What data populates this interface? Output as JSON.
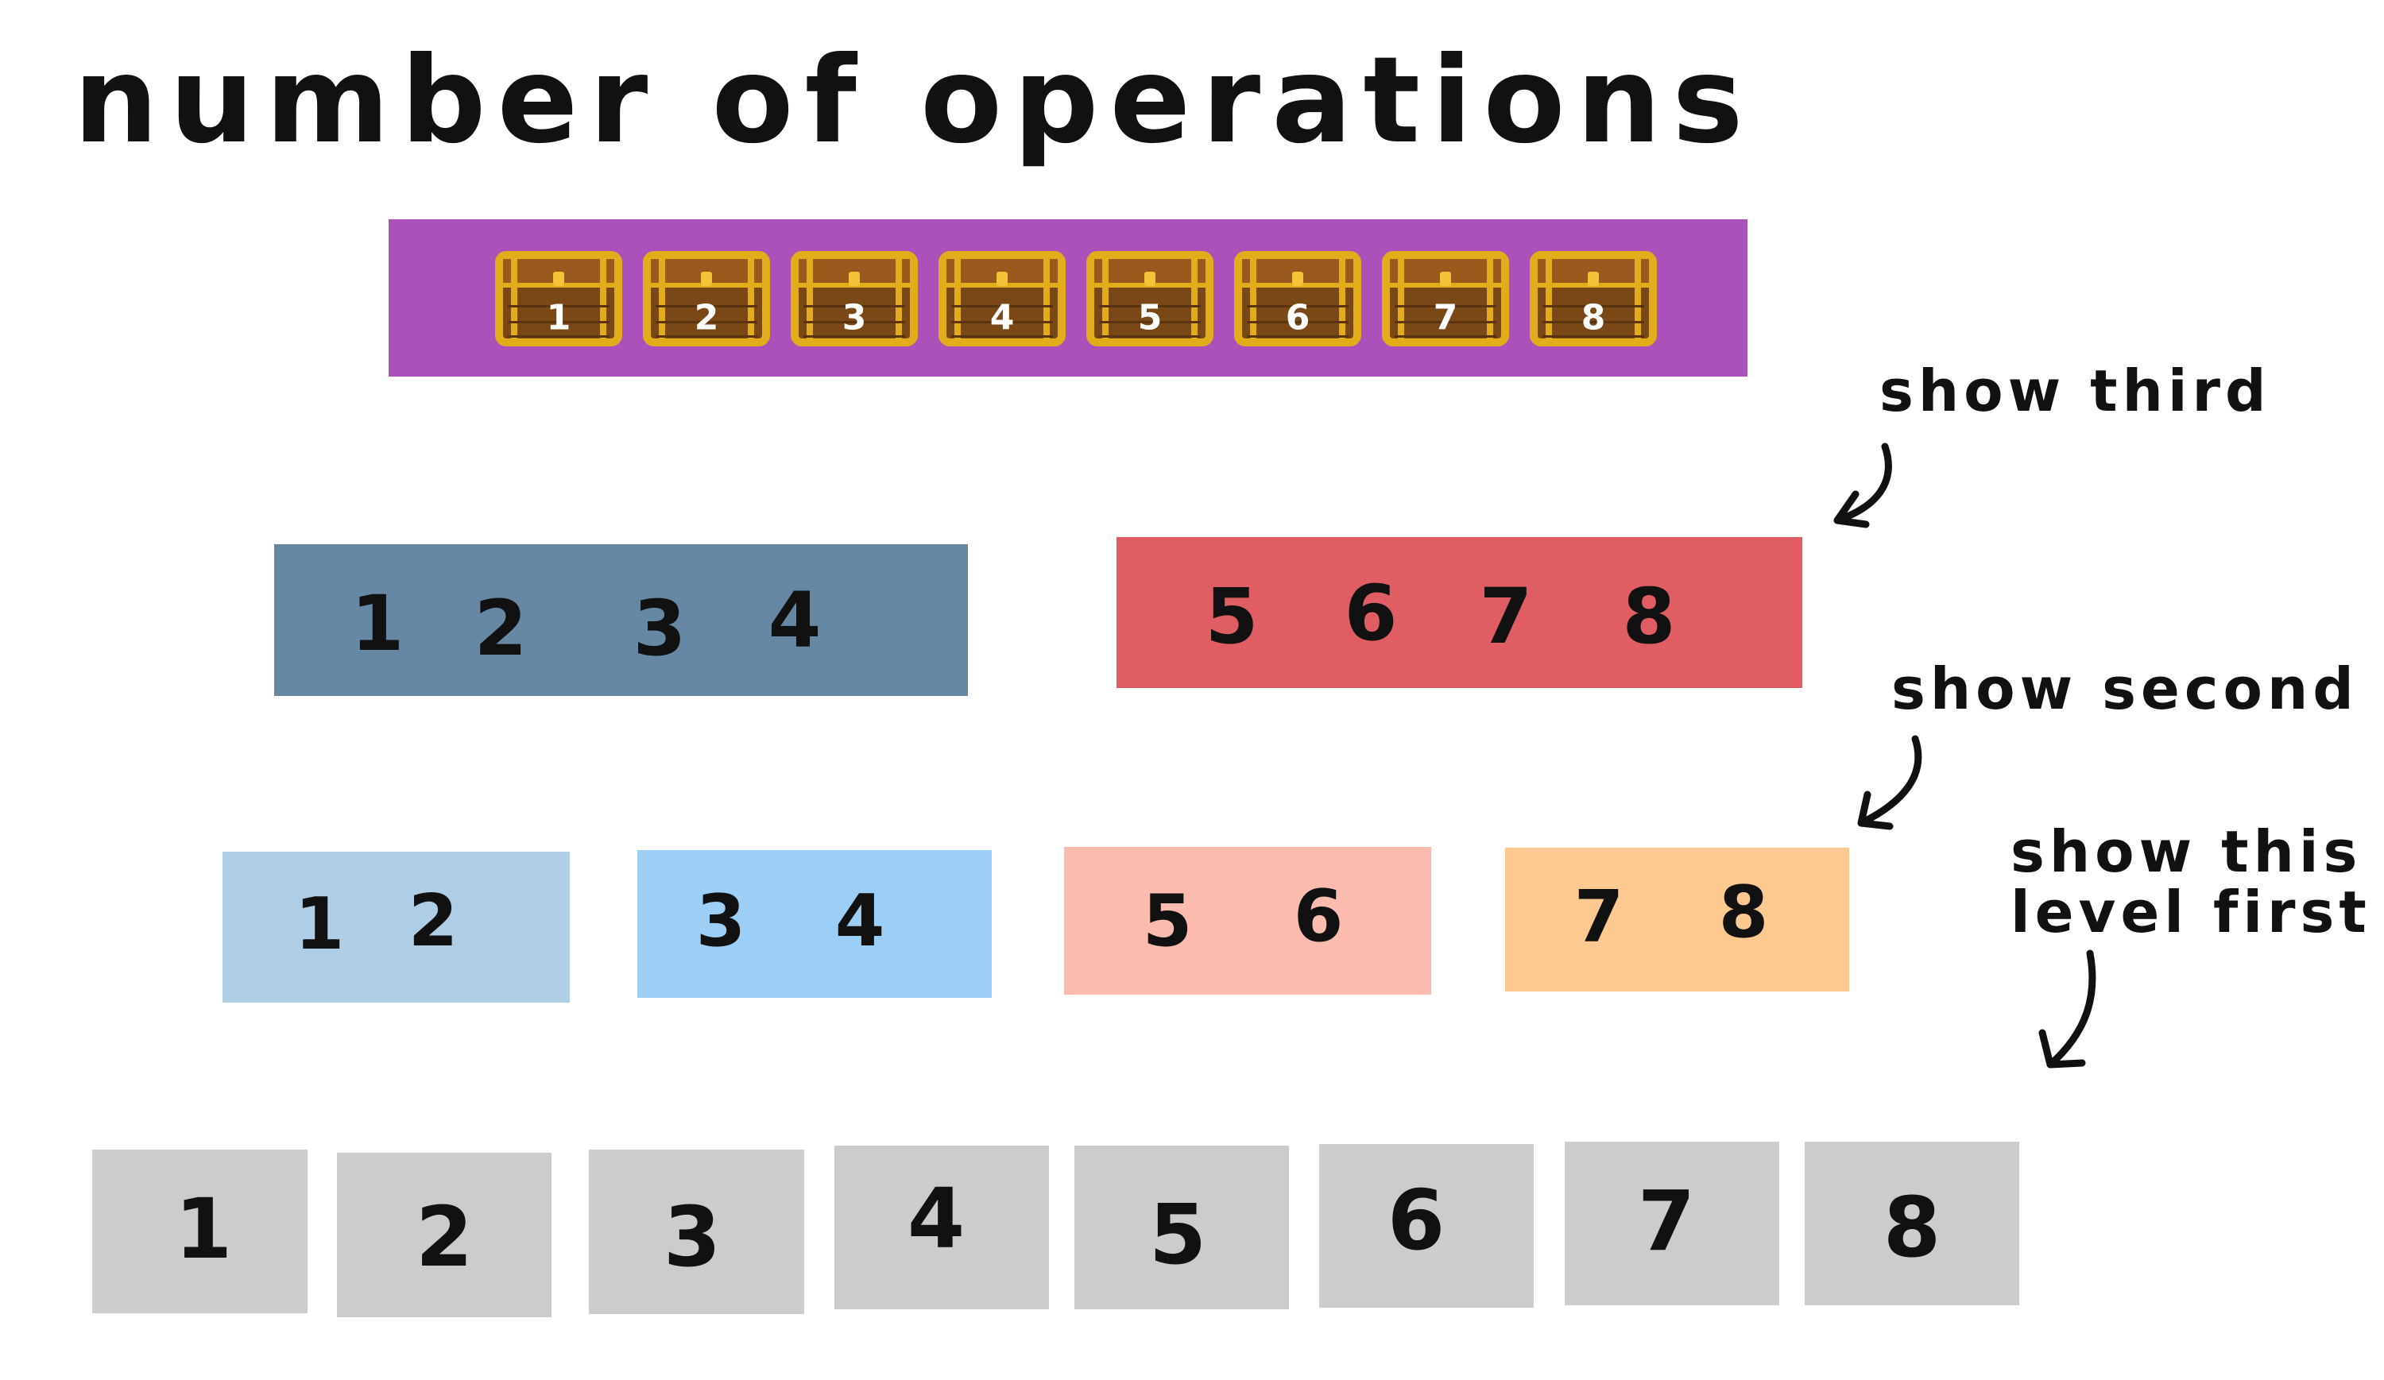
{
  "title": "number of operations",
  "chests": [
    "1",
    "2",
    "3",
    "4",
    "5",
    "6",
    "7",
    "8"
  ],
  "level1": [
    {
      "nums": [
        "1",
        "2",
        "3",
        "4"
      ],
      "color": "#6788a5"
    },
    {
      "nums": [
        "5",
        "6",
        "7",
        "8"
      ],
      "color": "#e05e63"
    }
  ],
  "level2": [
    {
      "nums": [
        "1",
        "2"
      ],
      "color": "#b0cde6"
    },
    {
      "nums": [
        "3",
        "4"
      ],
      "color": "#9ccef6"
    },
    {
      "nums": [
        "5",
        "6"
      ],
      "color": "#fbbbaf"
    },
    {
      "nums": [
        "7",
        "8"
      ],
      "color": "#fdc990"
    }
  ],
  "level3": [
    "1",
    "2",
    "3",
    "4",
    "5",
    "6",
    "7",
    "8"
  ],
  "notes": {
    "third": "show third",
    "second": "show second",
    "first_line1": "show this",
    "first_line2": "level first"
  },
  "colors": {
    "array_bg": "#aa52ba",
    "leaf_bg": "#cccccc",
    "chest_wood": "#7a4716",
    "chest_gold": "#e2ac1a"
  }
}
